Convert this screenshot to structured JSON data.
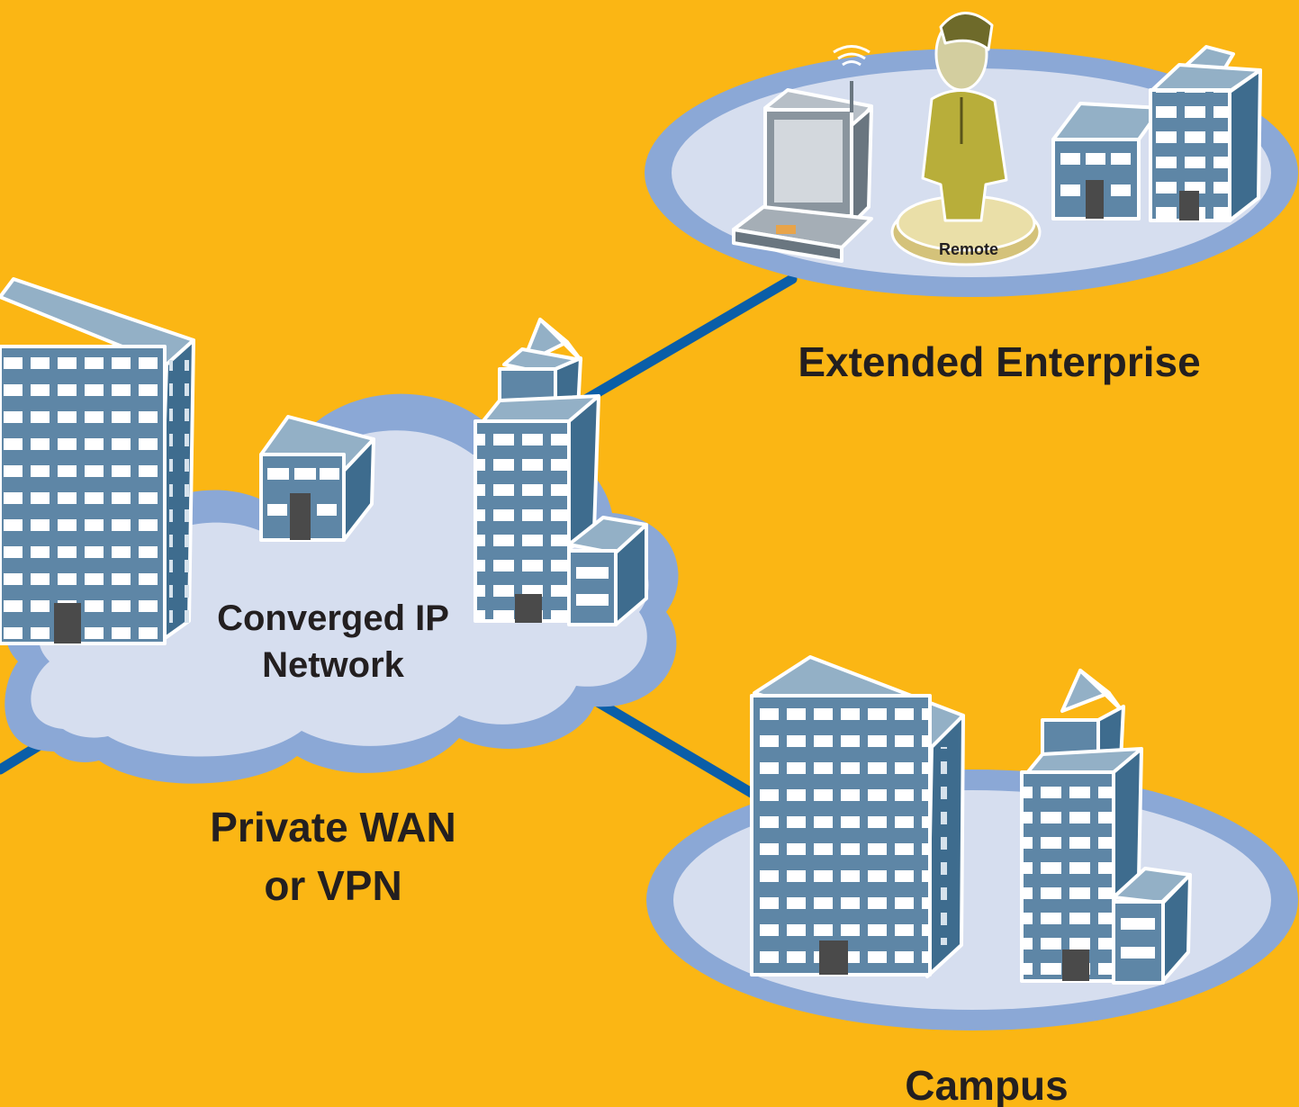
{
  "labels": {
    "converged_line1": "Converged IP",
    "converged_line2": "Network",
    "private_wan_line1": "Private WAN",
    "private_wan_line2": "or VPN",
    "extended_enterprise": "Extended Enterprise",
    "campus": "Campus",
    "remote": "Remote"
  },
  "colors": {
    "background": "#FBB614",
    "link": "#0A5EA8",
    "cloud_fill": "#D6DEEF",
    "cloud_rim": "#8BA8D6",
    "building_front": "#5E86A6",
    "building_side": "#3E6C8E",
    "building_top": "#93B0C6",
    "window": "#FFFFFF",
    "person": "#B8AE3A",
    "text": "#231F20"
  },
  "icons": [
    "building-icon",
    "laptop-icon",
    "person-icon",
    "wifi-icon"
  ]
}
